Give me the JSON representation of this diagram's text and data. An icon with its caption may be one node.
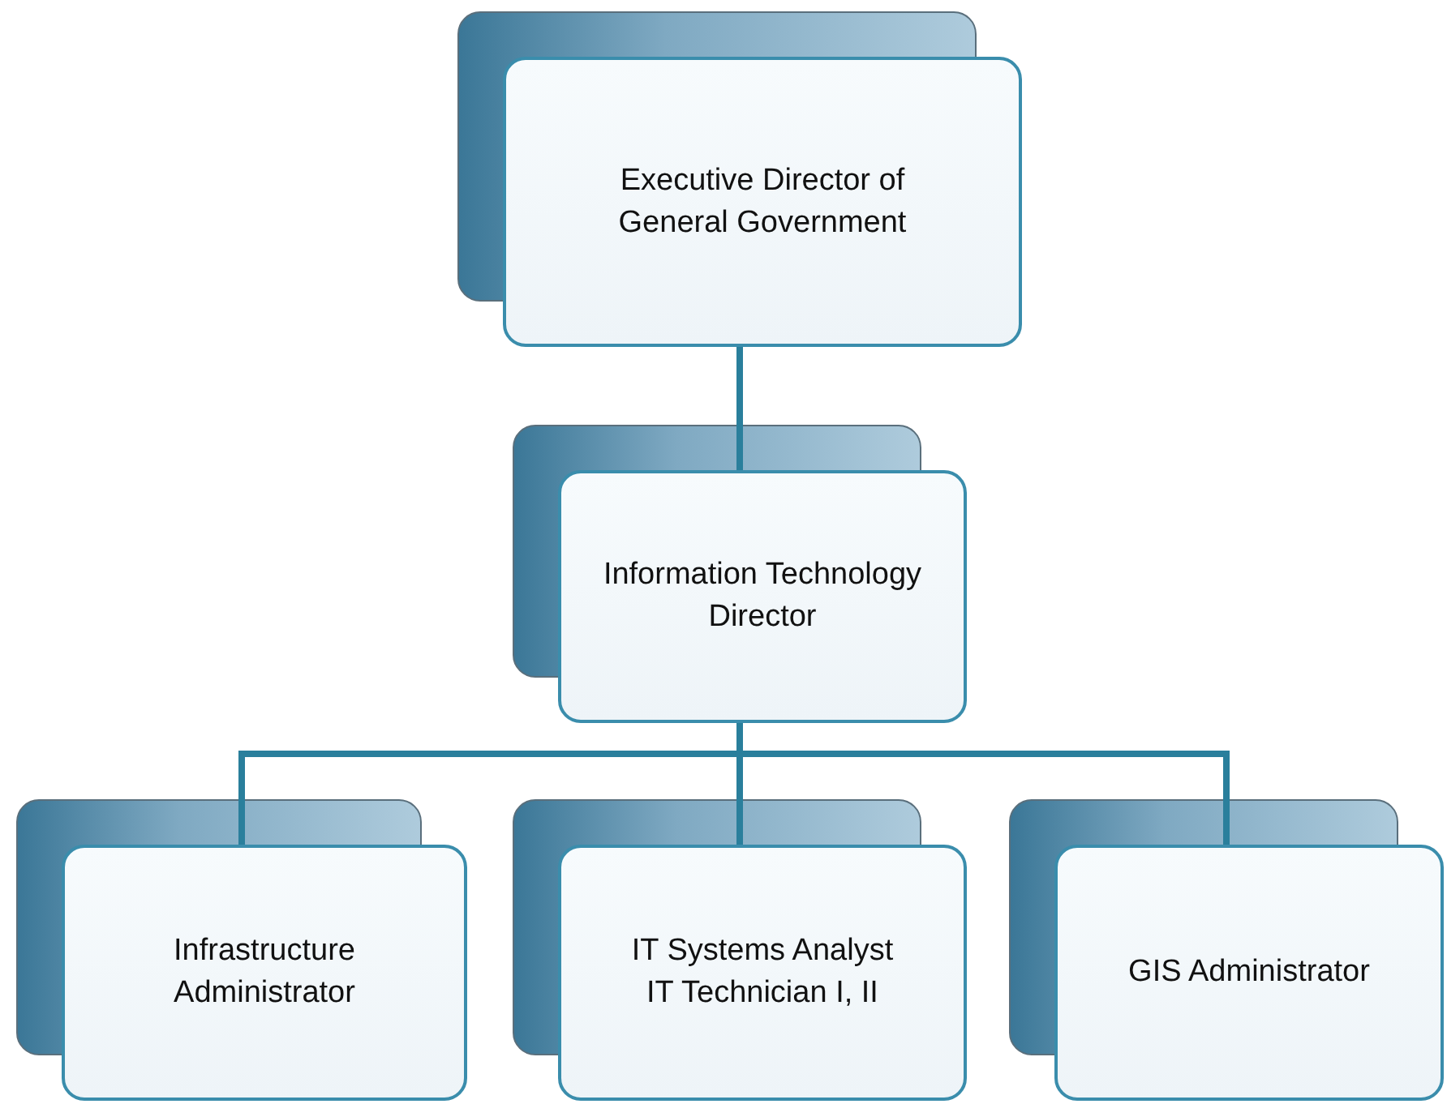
{
  "diagram": {
    "nodes": [
      {
        "text": [
          "Executive Director of General Government"
        ]
      },
      {
        "text": [
          "Information Technology Director"
        ]
      },
      {
        "text": [
          "Infrastructure Administrator"
        ]
      },
      {
        "text": [
          "IT Systems Analyst",
          "IT Technician I, II"
        ]
      },
      {
        "text": [
          "GIS Administrator"
        ]
      }
    ],
    "edges": [
      {
        "from": 0,
        "to": 1,
        "arrow": "none"
      },
      {
        "from": 1,
        "to": 2,
        "arrow": "none"
      },
      {
        "from": 1,
        "to": 3,
        "arrow": "none"
      },
      {
        "from": 1,
        "to": 4,
        "arrow": "none"
      }
    ]
  }
}
